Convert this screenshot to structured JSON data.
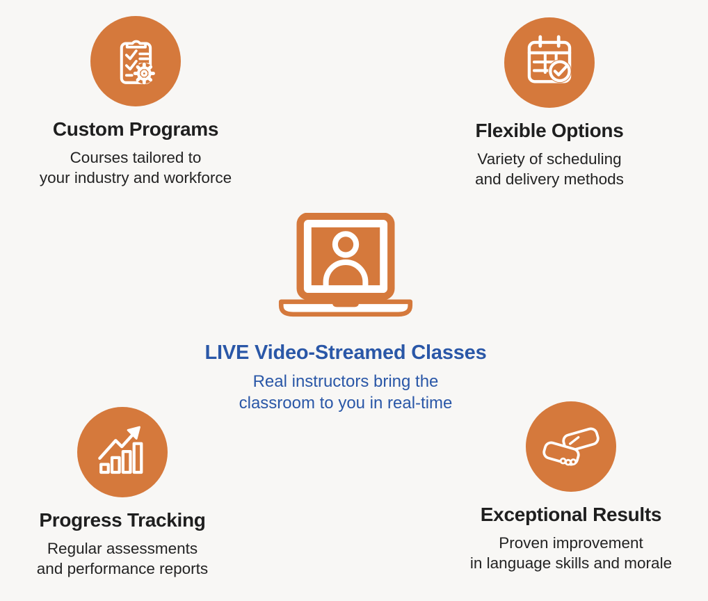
{
  "colors": {
    "accent_orange": "#D5793C",
    "accent_blue": "#2A57A7",
    "text_dark": "#1F1F1F",
    "background": "#F8F7F5"
  },
  "center_feature": {
    "icon": "laptop-video-call-icon",
    "title": "LIVE Video-Streamed Classes",
    "subtitle_line1": "Real instructors bring the",
    "subtitle_line2": "classroom to you in real-time"
  },
  "features": [
    {
      "id": "custom-programs",
      "icon": "clipboard-checklist-gear-icon",
      "title": "Custom Programs",
      "subtitle_line1": "Courses tailored to",
      "subtitle_line2": "your industry and workforce"
    },
    {
      "id": "flexible-options",
      "icon": "calendar-check-icon",
      "title": "Flexible Options",
      "subtitle_line1": "Variety of scheduling",
      "subtitle_line2": "and delivery methods"
    },
    {
      "id": "progress-tracking",
      "icon": "bar-chart-growth-arrow-icon",
      "title": "Progress Tracking",
      "subtitle_line1": "Regular assessments",
      "subtitle_line2": "and performance reports"
    },
    {
      "id": "exceptional-results",
      "icon": "handshake-icon",
      "title": "Exceptional Results",
      "subtitle_line1": "Proven improvement",
      "subtitle_line2": "in language skills and morale"
    }
  ]
}
